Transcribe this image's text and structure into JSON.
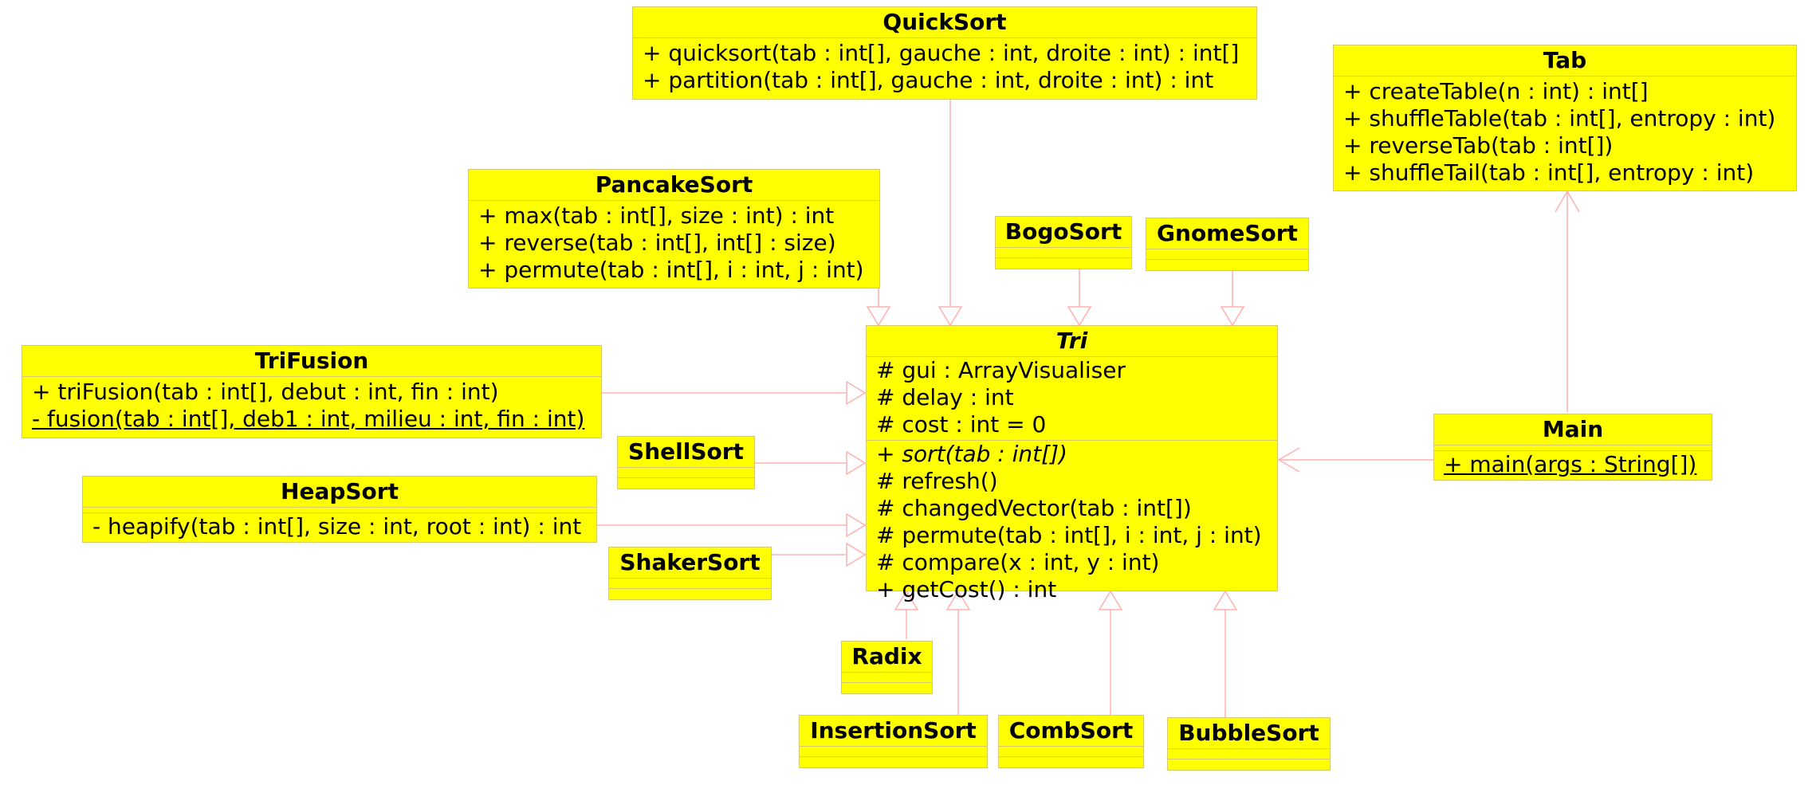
{
  "colors": {
    "class_fill": "#ffff00",
    "class_border": "#d7c96a",
    "relation": "#ffb0b0"
  },
  "classes": {
    "quicksort": {
      "name": "QuickSort",
      "methods": [
        "+ quicksort(tab : int[], gauche : int, droite : int) : int[]",
        "+ partition(tab : int[], gauche : int, droite : int) : int"
      ]
    },
    "tab": {
      "name": "Tab",
      "methods": [
        "+ createTable(n : int) : int[]",
        "+ shuffleTable(tab : int[], entropy : int)",
        "+ reverseTab(tab : int[])",
        "+ shuffleTail(tab : int[], entropy : int)"
      ]
    },
    "pancakesort": {
      "name": "PancakeSort",
      "methods": [
        "+ max(tab : int[], size : int) : int",
        "+ reverse(tab : int[], int[] : size)",
        "+ permute(tab : int[], i : int, j : int)"
      ]
    },
    "bogosort": {
      "name": "BogoSort"
    },
    "gnomesort": {
      "name": "GnomeSort"
    },
    "trifusion": {
      "name": "TriFusion",
      "methods": [
        "+ triFusion(tab : int[], debut : int, fin : int)",
        "- fusion(tab : int[], deb1 : int, milieu : int, fin : int)"
      ]
    },
    "tri": {
      "name": "Tri",
      "fields": [
        "# gui : ArrayVisualiser",
        "# delay : int",
        "# cost : int = 0"
      ],
      "methods": [
        "+ sort(tab : int[])",
        "# refresh()",
        "# changedVector(tab : int[])",
        "# permute(tab : int[], i : int, j : int)",
        "# compare(x : int, y : int)",
        "+ getCost() : int"
      ]
    },
    "shellsort": {
      "name": "ShellSort"
    },
    "heapsort": {
      "name": "HeapSort",
      "methods": [
        "- heapify(tab : int[], size : int, root : int) : int"
      ]
    },
    "shakersort": {
      "name": "ShakerSort"
    },
    "main": {
      "name": "Main",
      "methods": [
        "+ main(args : String[])"
      ]
    },
    "radix": {
      "name": "Radix"
    },
    "insertionsort": {
      "name": "InsertionSort"
    },
    "combsort": {
      "name": "CombSort"
    },
    "bubblesort": {
      "name": "BubbleSort"
    }
  }
}
